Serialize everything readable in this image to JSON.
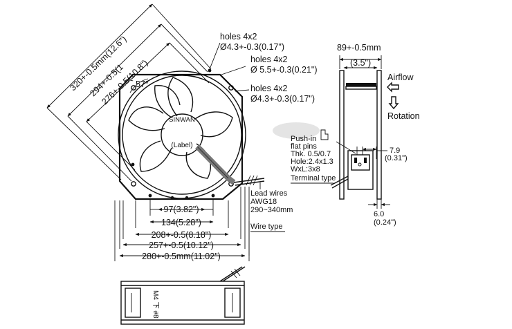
{
  "front_view": {
    "holes_top": "holes 4x2",
    "holes_top_spec": "Ø4.3+-0.3(0.17\")",
    "holes_mid": "holes 4x2",
    "holes_mid_spec": "Ø 5.5+-0.3(0.21\")",
    "holes_low": "holes 4x2",
    "holes_low_spec": "Ø4.3+-0.3(0.17\")",
    "diag_320": "320+-0.5mm(12.6\")",
    "diag_294": "294+-0.5(1",
    "diag_276": "276+-0.5(10.8\")",
    "angle": "57°",
    "brand": "SINWAN",
    "label": "(Label)",
    "dim_97": "97(3.82\")",
    "dim_134": "134(5.28\")",
    "dim_208": "208+-0.5(8.18\")",
    "dim_257": "257+-0.5(10.12\")",
    "dim_280": "280+-0.5mm(11.02\")",
    "lead_wires": "Lead wires",
    "awg": "AWG18",
    "length": "290~340mm",
    "wire_type": "Wire type"
  },
  "side_view": {
    "depth": "89+-0.5mm",
    "depth_in": "(3.5\")",
    "airflow": "Airflow",
    "rotation": "Rotation",
    "push_in": "Push-in",
    "flat_pins": "flat pins",
    "thk": "Thk. 0.5/0.7",
    "hole": "Hole:2.4x1.3",
    "wxl": "WxL:3x8",
    "terminal_type": "Terminal type",
    "dim_7_9": "7.9",
    "dim_7_9_in": "(0.31\")",
    "dim_6": "6.0",
    "dim_6_in": "(0.24\")"
  },
  "bottom_view": {
    "screw": "M4 下 #8"
  }
}
